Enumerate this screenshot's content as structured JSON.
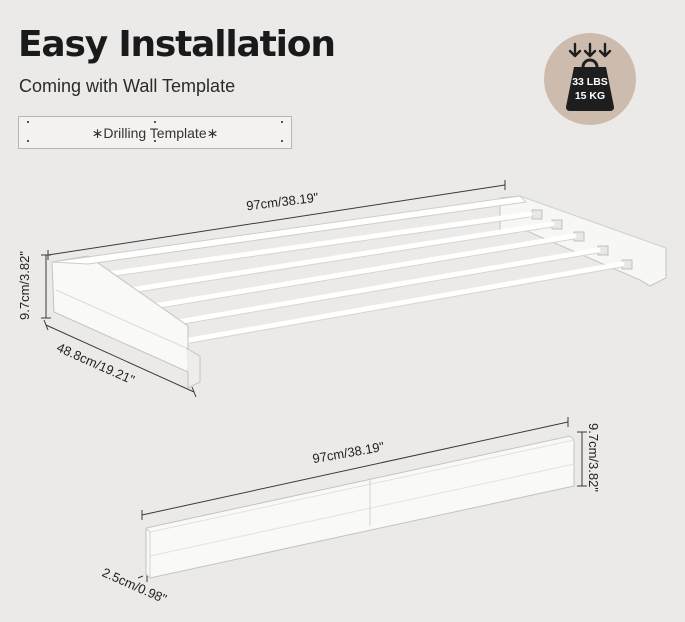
{
  "header": {
    "title": "Easy Installation",
    "subtitle": "Coming with Wall Template"
  },
  "template": {
    "label": "∗Drilling Template∗"
  },
  "weight_badge": {
    "icon": "weight-icon",
    "line1": "33 LBS",
    "line2": "15 KG",
    "color": "#cdbcae"
  },
  "rack": {
    "width_label": "97cm/38.19\"",
    "height_label": "9.7cm/3.82\"",
    "depth_label": "48.8cm/19.21\""
  },
  "folded": {
    "width_label": "97cm/38.19\"",
    "height_label": "9.7cm/3.82\"",
    "thickness_label": "2.5cm/0.98\""
  }
}
